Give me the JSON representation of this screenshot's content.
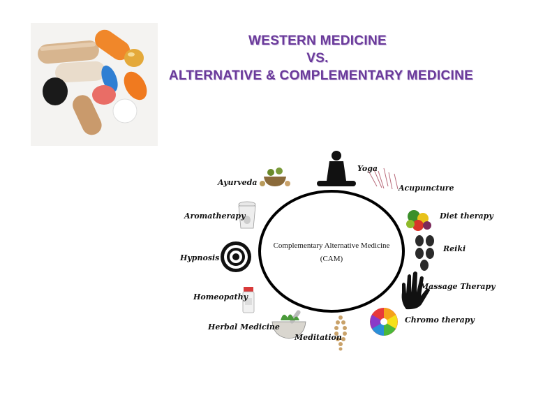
{
  "title": {
    "line1": "WESTERN MEDICINE",
    "line2": "VS.",
    "line3": "ALTERNATIVE & COMPLEMENTARY MEDICINE"
  },
  "diagram": {
    "center_line1": "Complementary Alternative Medicine",
    "center_line2": "(CAM)",
    "therapies": [
      {
        "label": "Yoga",
        "icon": "yoga-icon"
      },
      {
        "label": "Acupuncture",
        "icon": "acupuncture-icon"
      },
      {
        "label": "Diet therapy",
        "icon": "diet-icon"
      },
      {
        "label": "Reiki",
        "icon": "reiki-stones-icon"
      },
      {
        "label": "Massage Therapy",
        "icon": "hand-icon"
      },
      {
        "label": "Chromo therapy",
        "icon": "color-wheel-icon"
      },
      {
        "label": "Meditation",
        "icon": "prayer-beads-icon"
      },
      {
        "label": "Herbal Medicine",
        "icon": "mortar-pestle-icon"
      },
      {
        "label": "Homeopathy",
        "icon": "pill-bottle-icon"
      },
      {
        "label": "Hypnosis",
        "icon": "spiral-icon"
      },
      {
        "label": "Aromatherapy",
        "icon": "oil-burner-icon"
      },
      {
        "label": "Ayurveda",
        "icon": "herbs-bowl-icon"
      }
    ]
  }
}
